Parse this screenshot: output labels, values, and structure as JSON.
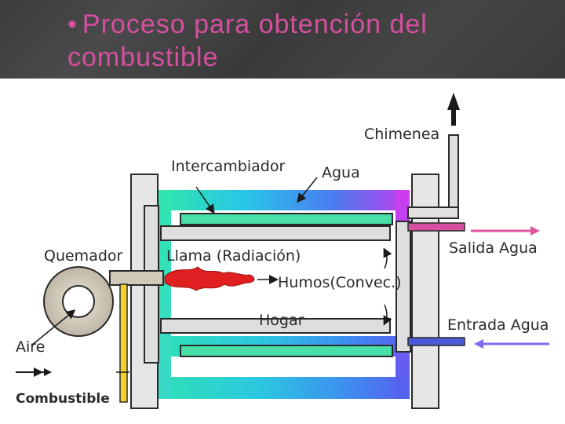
{
  "slide": {
    "bullet": "•",
    "title_line1": "Proceso para obtención del",
    "title_line2": "combustible"
  },
  "diagram": {
    "labels": {
      "chimenea": "Chimenea",
      "intercambiador": "Intercambiador",
      "agua": "Agua",
      "quemador": "Quemador",
      "llama": "Llama (Radiación)",
      "humos": "Humos(Convec.)",
      "salida_agua": "Salida Agua",
      "hogar": "Hogar",
      "entrada_agua": "Entrada Agua",
      "aire": "Aire",
      "combustible": "Combustible"
    },
    "colors": {
      "header_text": "#d64fa0",
      "salida_arrow": "#e0559e",
      "entrada_arrow": "#7a6cf0",
      "fuel_pipe": "#f2d22c",
      "flame": "#e02020"
    }
  }
}
